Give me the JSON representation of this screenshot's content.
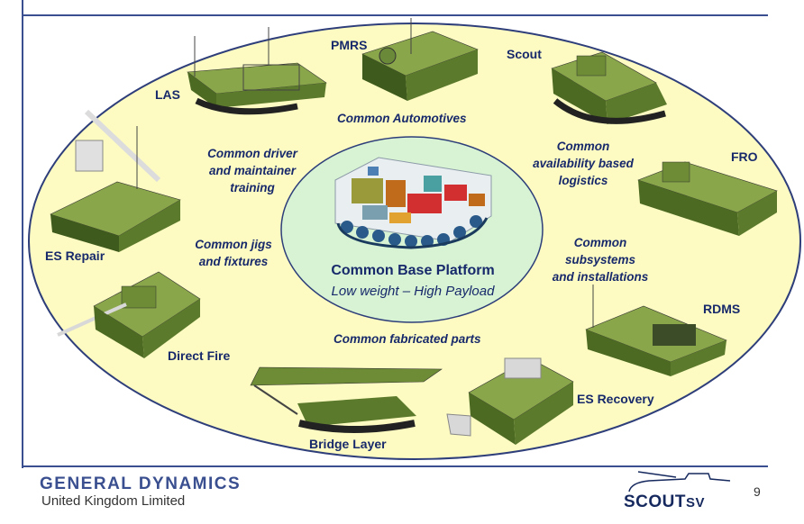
{
  "center": {
    "title": "Common Base Platform",
    "subtitle": "Low weight – High Payload"
  },
  "variants": {
    "pmrs": "PMRS",
    "scout": "Scout",
    "las": "LAS",
    "fro": "FRO",
    "es_repair": "ES Repair",
    "rdms": "RDMS",
    "direct_fire": "Direct Fire",
    "es_recovery": "ES Recovery",
    "bridge_layer": "Bridge Layer"
  },
  "commonalities": {
    "automotives": "Common Automotives",
    "driver_line1": "Common driver",
    "driver_line2": "and maintainer",
    "driver_line3": "training",
    "logistics_line1": "Common",
    "logistics_line2": "availability based",
    "logistics_line3": "logistics",
    "jigs_line1": "Common jigs",
    "jigs_line2": "and fixtures",
    "subsystems_line1": "Common",
    "subsystems_line2": "subsystems",
    "subsystems_line3": "and installations",
    "fabricated": "Common fabricated parts"
  },
  "footer": {
    "company": "GENERAL DYNAMICS",
    "company_sub": "United Kingdom Limited",
    "product_main": "SCOUT",
    "product_suffix": "SV",
    "page_number": "9"
  },
  "colors": {
    "ellipse_fill": "#fdfbc2",
    "center_fill": "#d7f3d3",
    "vehicle_green": "#5e7a2c",
    "text_navy": "#17296b",
    "rule_blue": "#3a4f8f"
  }
}
